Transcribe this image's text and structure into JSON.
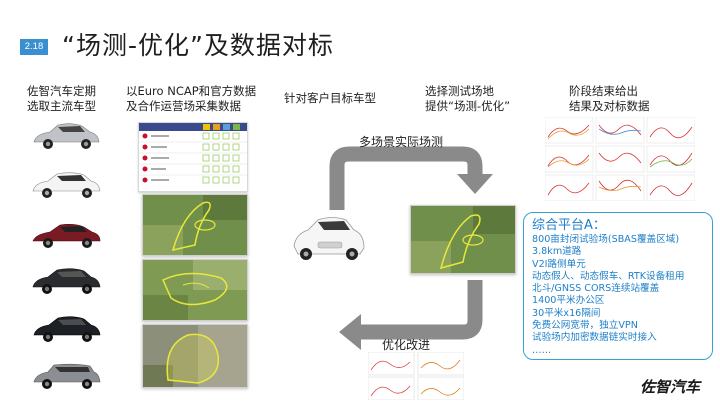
{
  "slide": {
    "number": "2.18",
    "title": "“场测-优化”及数据对标"
  },
  "columns": {
    "col1": [
      "佐智汽车定期",
      "选取主流车型"
    ],
    "col2": [
      "以Euro NCAP和官方数据",
      "及合作运营场采集数据"
    ],
    "col3": [
      "针对客户目标车型"
    ],
    "col4": [
      "选择测试场地",
      "提供“场测-优化”"
    ],
    "col5": [
      "阶段结束给出",
      "结果及对标数据"
    ]
  },
  "arrows": {
    "top_label": "多场景实际场测",
    "bottom_label": "优化改进"
  },
  "platform": {
    "title": "综合平台A：",
    "lines": [
      "800亩封闭试验场(SBAS覆盖区域)",
      "3.8km道路",
      "V2I路侧单元",
      "动态假人、动态假车、RTK设备租用",
      "北斗/GNSS CORS连续站覆盖",
      "1400平米办公区",
      "30平米x16隔间",
      "免费公网宽带，独立VPN",
      "试验场内加密数据链实时接入",
      "……"
    ]
  },
  "logo": {
    "text": "佐智汽车"
  },
  "colors": {
    "badge": "#3a8fd0",
    "platform_border": "#39a0d8",
    "platform_text": "#1e7fc8",
    "arrow_gray": "#8a8a8a",
    "map_green": "#6f8f4a",
    "route_yellow": "#e8e83a"
  }
}
